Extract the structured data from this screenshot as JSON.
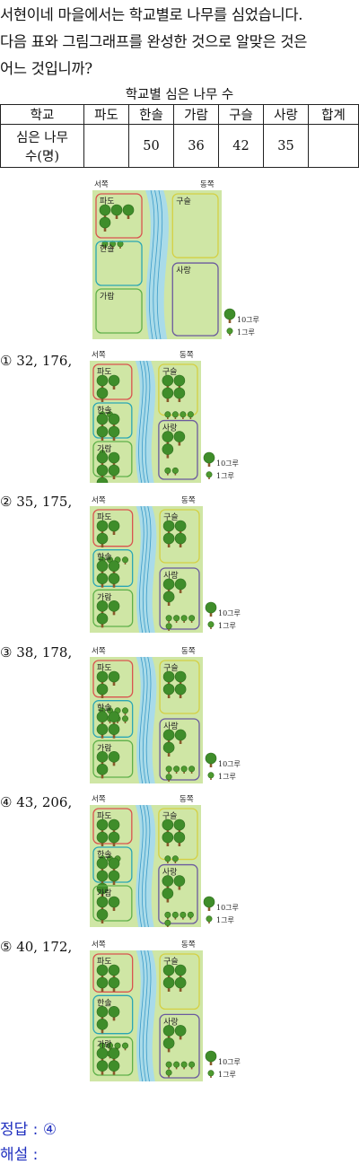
{
  "question": {
    "lines": [
      "서현이네 마을에서는 학교별로 나무를 심었습니다.",
      "다음 표와 그림그래프를 완성한 것으로 알맞은 것은",
      "어느 것입니까?"
    ]
  },
  "table": {
    "title": "학교별 심은 나무 수",
    "headers": [
      "학교",
      "파도",
      "한솔",
      "가람",
      "구슬",
      "사랑",
      "합계"
    ],
    "row_label_line1": "심은 나무",
    "row_label_line2": "수(명)",
    "values": [
      "",
      "50",
      "36",
      "42",
      "35",
      ""
    ]
  },
  "map": {
    "west": "서쪽",
    "east": "동쪽",
    "schools": {
      "pado": "파도",
      "hansol": "한솔",
      "garam": "가람",
      "guseul": "구슬",
      "sarang": "사랑"
    },
    "legend_big": "10그루",
    "legend_small": "1그루"
  },
  "colors": {
    "pado": "#d9534f",
    "hansol": "#2ba6b4",
    "garam": "#5fb04a",
    "guseul": "#d4d043",
    "sarang": "#6b5a9e",
    "water": "#a9dbe9",
    "land": "#cfe6a5"
  },
  "options": [
    {
      "label": "① 32, 176,",
      "counts": {
        "pado": [
          3,
          2
        ],
        "hansol": [
          4,
          1
        ],
        "garam": [
          5,
          2
        ],
        "guseul": [
          4,
          4
        ],
        "sarang": [
          3,
          2
        ]
      }
    },
    {
      "label": "② 35, 175,",
      "counts": {
        "pado": [
          3,
          5
        ],
        "hansol": [
          4,
          0
        ],
        "garam": [
          3,
          6
        ],
        "guseul": [
          4,
          0
        ],
        "sarang": [
          3,
          5
        ]
      }
    },
    {
      "label": "③ 38, 178,",
      "counts": {
        "pado": [
          3,
          8
        ],
        "hansol": [
          4,
          0
        ],
        "garam": [
          3,
          6
        ],
        "guseul": [
          4,
          0
        ],
        "sarang": [
          3,
          5
        ]
      }
    },
    {
      "label": "④ 43, 206,",
      "counts": {
        "pado": [
          4,
          3
        ],
        "hansol": [
          5,
          0
        ],
        "garam": [
          3,
          6
        ],
        "guseul": [
          4,
          2
        ],
        "sarang": [
          3,
          5
        ]
      }
    },
    {
      "label": "⑤ 40, 172,",
      "counts": {
        "pado": [
          4,
          0
        ],
        "hansol": [
          3,
          6
        ],
        "garam": [
          4,
          2
        ],
        "guseul": [
          4,
          0
        ],
        "sarang": [
          3,
          5
        ]
      }
    }
  ],
  "answer": "정답 : ④",
  "explanation": "해설 :"
}
